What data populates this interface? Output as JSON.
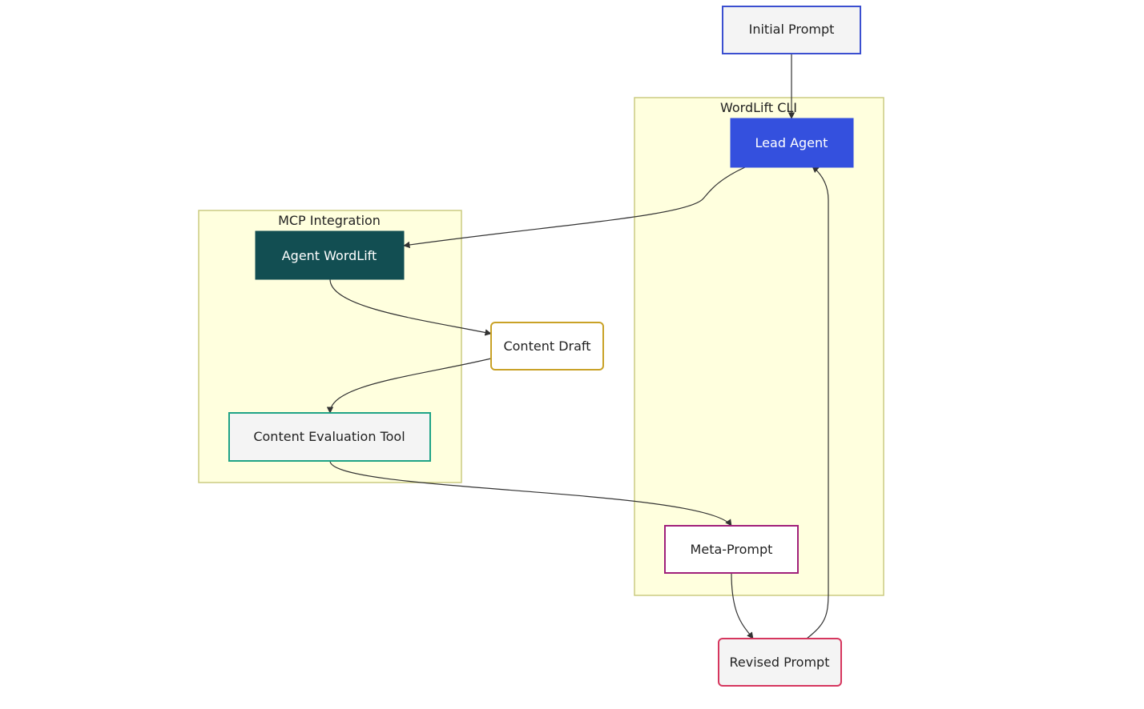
{
  "clusters": {
    "wordlift_cli": {
      "label": "WordLift CLI"
    },
    "mcp_integration": {
      "label": "MCP Integration"
    }
  },
  "nodes": {
    "initial_prompt": {
      "label": "Initial Prompt",
      "fill": "#f4f4f4",
      "stroke": "#3b4fd0",
      "text": "#222222"
    },
    "lead_agent": {
      "label": "Lead Agent",
      "fill": "#3450de",
      "stroke": "#3450de",
      "text": "#ffffff"
    },
    "agent_wordlift": {
      "label": "Agent WordLift",
      "fill": "#124e52",
      "stroke": "#124e52",
      "text": "#ffffff"
    },
    "content_draft": {
      "label": "Content Draft",
      "fill": "#ffffff",
      "stroke": "#c9a227",
      "text": "#222222"
    },
    "content_evaluation_tool": {
      "label": "Content Evaluation Tool",
      "fill": "#f4f4f4",
      "stroke": "#1fa386",
      "text": "#222222"
    },
    "meta_prompt": {
      "label": "Meta-Prompt",
      "fill": "#ffffff",
      "stroke": "#a0207a",
      "text": "#222222"
    },
    "revised_prompt": {
      "label": "Revised Prompt",
      "fill": "#f4f4f4",
      "stroke": "#d6365e",
      "text": "#222222"
    }
  },
  "edges": [
    {
      "from": "Initial Prompt",
      "to": "Lead Agent"
    },
    {
      "from": "Lead Agent",
      "to": "Agent WordLift"
    },
    {
      "from": "Agent WordLift",
      "to": "Content Draft"
    },
    {
      "from": "Content Draft",
      "to": "Content Evaluation Tool"
    },
    {
      "from": "Content Evaluation Tool",
      "to": "Meta-Prompt"
    },
    {
      "from": "Meta-Prompt",
      "to": "Revised Prompt"
    },
    {
      "from": "Revised Prompt",
      "to": "Lead Agent"
    }
  ]
}
